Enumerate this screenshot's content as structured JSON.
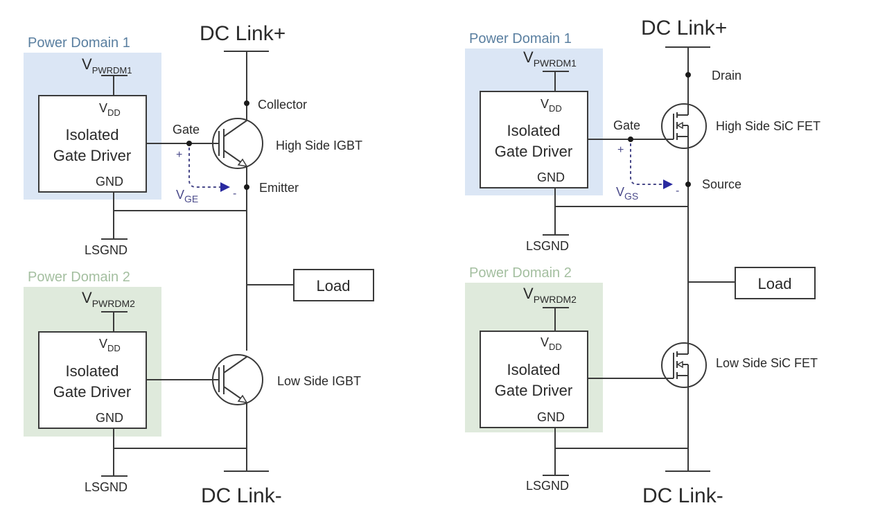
{
  "left_circuit": {
    "dc_link_plus": "DC Link+",
    "dc_link_minus": "DC Link-",
    "load": "Load",
    "high_side": {
      "domain_label": "Power Domain 1",
      "supply_main": "V",
      "supply_sub": "PWRDM1",
      "vdd_main": "V",
      "vdd_sub": "DD",
      "driver_line1": "Isolated",
      "driver_line2": "Gate Driver",
      "gnd": "GND",
      "lsgnd": "LSGND",
      "gate_label": "Gate",
      "top_terminal": "Collector",
      "bottom_terminal": "Emitter",
      "device_label": "High Side IGBT",
      "meas_main": "V",
      "meas_sub": "GE",
      "plus": "+",
      "minus": "-"
    },
    "low_side": {
      "domain_label": "Power Domain 2",
      "supply_main": "V",
      "supply_sub": "PWRDM2",
      "vdd_main": "V",
      "vdd_sub": "DD",
      "driver_line1": "Isolated",
      "driver_line2": "Gate Driver",
      "gnd": "GND",
      "lsgnd": "LSGND",
      "device_label": "Low Side IGBT"
    }
  },
  "right_circuit": {
    "dc_link_plus": "DC Link+",
    "dc_link_minus": "DC Link-",
    "load": "Load",
    "high_side": {
      "domain_label": "Power Domain 1",
      "supply_main": "V",
      "supply_sub": "PWRDM1",
      "vdd_main": "V",
      "vdd_sub": "DD",
      "driver_line1": "Isolated",
      "driver_line2": "Gate Driver",
      "gnd": "GND",
      "lsgnd": "LSGND",
      "gate_label": "Gate",
      "top_terminal": "Drain",
      "bottom_terminal": "Source",
      "device_label": "High Side SiC FET",
      "meas_main": "V",
      "meas_sub": "GS",
      "plus": "+",
      "minus": "-"
    },
    "low_side": {
      "domain_label": "Power Domain 2",
      "supply_main": "V",
      "supply_sub": "PWRDM2",
      "vdd_main": "V",
      "vdd_sub": "DD",
      "driver_line1": "Isolated",
      "driver_line2": "Gate Driver",
      "gnd": "GND",
      "lsgnd": "LSGND",
      "device_label": "Low Side SiC FET"
    }
  },
  "colors": {
    "domain1_bg": "#dbe6f5",
    "domain2_bg": "#dfeadc",
    "domain1_label": "#5a7fa0",
    "domain2_label": "#a4bfa0",
    "measurement": "#2a2aa0"
  }
}
